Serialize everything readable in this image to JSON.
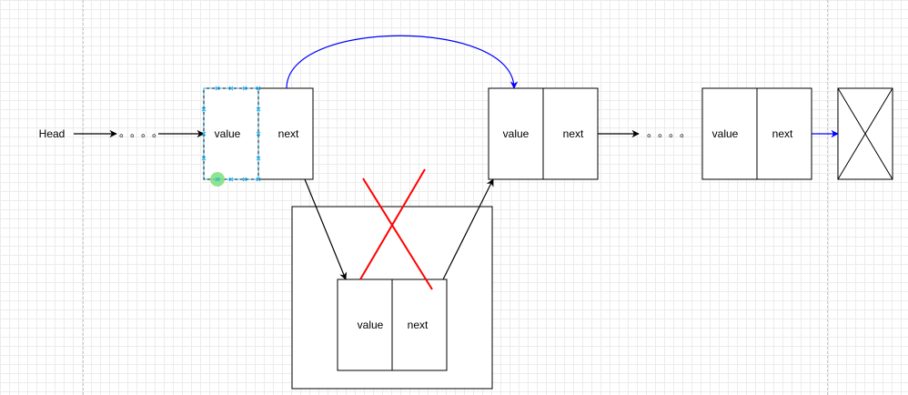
{
  "head_label": "Head",
  "ellipsis": "。。。。",
  "node1": {
    "value": "value",
    "next": "next"
  },
  "removed_node": {
    "value": "value",
    "next": "next"
  },
  "node2": {
    "value": "value",
    "next": "next"
  },
  "node3": {
    "value": "value",
    "next": "next"
  },
  "colors": {
    "stroke": "#000000",
    "relink_arrow": "#0000ff",
    "tail_arrow": "#0000ff",
    "cross_out": "#ff0000",
    "selection_handle": "#29b6f2",
    "active_handle": "#7be07b"
  }
}
